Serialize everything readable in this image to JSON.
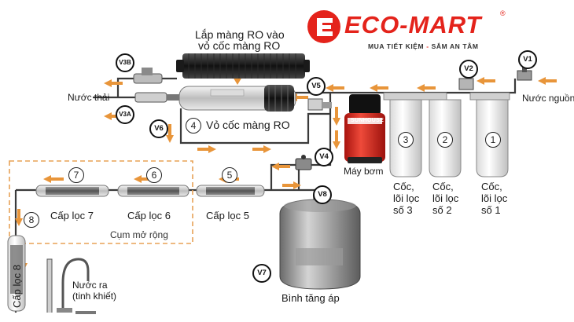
{
  "brand": {
    "name": "ECO-MART",
    "registered": "®",
    "slogan_left": "MUA TIẾT KIỆM",
    "slogan_sep": "-",
    "slogan_right": "SẮM AN TÂM",
    "accent_color": "#e4231b"
  },
  "colors": {
    "arrow": "#e8953a",
    "pipe": "#3a3a3a",
    "dashed_box": "#e8a257"
  },
  "labels": {
    "ro_install": "Lắp màng RO vào",
    "ro_install_2": "vỏ cốc màng RO",
    "waste_water": "Nước thải",
    "source_water": "Nước nguồn",
    "ro_housing": "Vỏ cốc màng RO",
    "pump": "Máy bơm",
    "pump_brand": "SUNHOUSE",
    "expansion": "Cụm mở rộng",
    "tank": "Bình tăng áp",
    "outlet_1": "Nước ra",
    "outlet_2": "(tinh khiết)"
  },
  "valves": [
    "V1",
    "V2",
    "V3A",
    "V3B",
    "V5",
    "V4",
    "V6",
    "V7",
    "V8"
  ],
  "housings": [
    {
      "num": "3",
      "line1": "Cốc,",
      "line2": "lõi lọc",
      "line3": "số 3"
    },
    {
      "num": "2",
      "line1": "Cốc,",
      "line2": "lõi lọc",
      "line3": "số 2"
    },
    {
      "num": "1",
      "line1": "Cốc,",
      "line2": "lõi lọc",
      "line3": "số 1"
    }
  ],
  "stages": [
    {
      "num": "7",
      "label": "Cấp lọc 7"
    },
    {
      "num": "6",
      "label": "Cấp lọc 6"
    },
    {
      "num": "5",
      "label": "Cấp lọc 5"
    },
    {
      "num": "8",
      "label": "Cấp lọc 8"
    }
  ],
  "ro_step_num": "4"
}
